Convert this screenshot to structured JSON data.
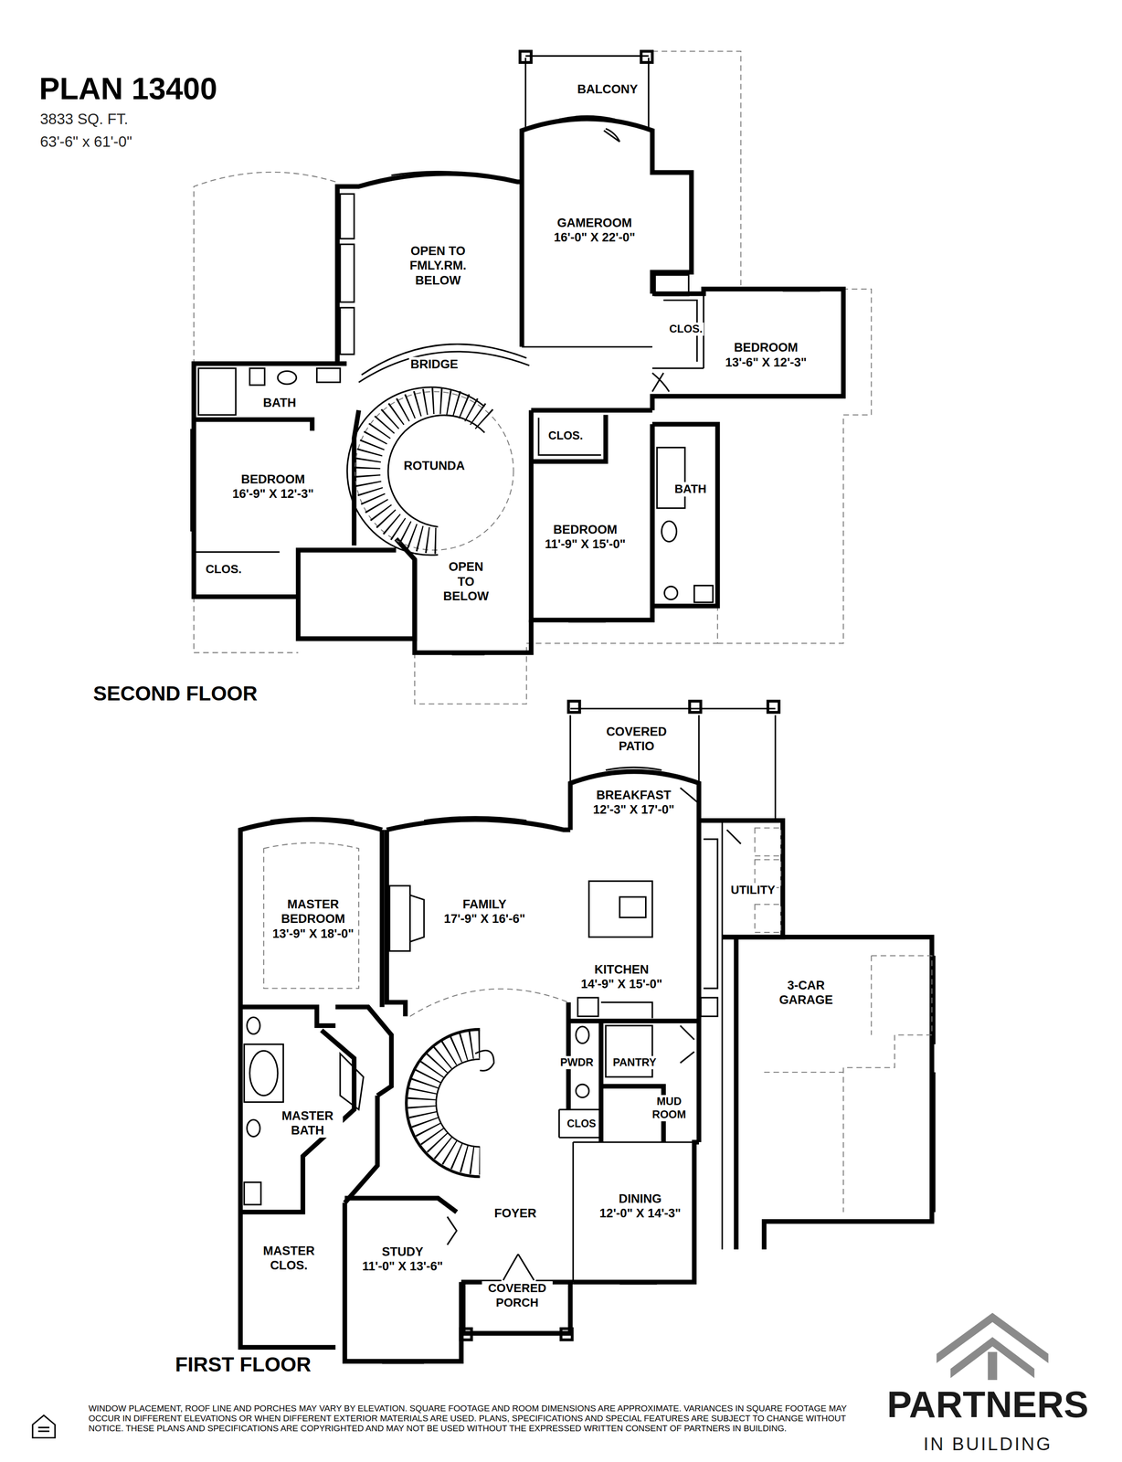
{
  "diagram": {
    "title": "PLAN 13400",
    "nodes": [
      {
        "text": [
          "BALCONY"
        ]
      },
      {
        "text": [
          "OPEN TO FMLY.RM. BELOW"
        ]
      },
      {
        "text": [
          "GAMEROOM",
          "16'-0\" X 22'-0\""
        ]
      },
      {
        "text": [
          "CLOS."
        ]
      },
      {
        "text": [
          "BEDROOM",
          "13'-6\" X 12'-3\""
        ]
      },
      {
        "text": [
          "BRIDGE"
        ]
      },
      {
        "text": [
          "BATH"
        ]
      },
      {
        "text": [
          "CLOS."
        ]
      },
      {
        "text": [
          "ROTUNDA"
        ]
      },
      {
        "text": [
          "BATH"
        ]
      },
      {
        "text": [
          "BEDROOM",
          "16'-9\" X 12'-3\""
        ]
      },
      {
        "text": [
          "BEDROOM",
          "11'-9\" X 15'-0\""
        ]
      },
      {
        "text": [
          "CLOS."
        ]
      },
      {
        "text": [
          "OPEN TO BELOW"
        ]
      },
      {
        "text": [
          "COVERED PATIO"
        ]
      },
      {
        "text": [
          "BREAKFAST",
          "12'-3\" X 17'-0\""
        ]
      },
      {
        "text": [
          "UTILITY"
        ]
      },
      {
        "text": [
          "MASTER BEDROOM",
          "13'-9\" X 18'-0\""
        ]
      },
      {
        "text": [
          "FAMILY",
          "17'-9\" X 16'-6\""
        ]
      },
      {
        "text": [
          "KITCHEN",
          "14'-9\" X 15'-0\""
        ]
      },
      {
        "text": [
          "3-CAR GARAGE"
        ]
      },
      {
        "text": [
          "PWDR"
        ]
      },
      {
        "text": [
          "PANTRY"
        ]
      },
      {
        "text": [
          "MUD ROOM"
        ]
      },
      {
        "text": [
          "MASTER BATH"
        ]
      },
      {
        "text": [
          "CLOS"
        ]
      },
      {
        "text": [
          "FOYER"
        ]
      },
      {
        "text": [
          "DINING",
          "12'-0\" X 14'-3\""
        ]
      },
      {
        "text": [
          "MASTER CLOS."
        ]
      },
      {
        "text": [
          "STUDY",
          "11'-0\" X 13'-6\""
        ]
      },
      {
        "text": [
          "COVERED PORCH"
        ]
      }
    ],
    "labels": [
      "3833 SQ. FT.",
      "63'-6\" x 61'-0\"",
      "SECOND FLOOR",
      "FIRST FLOOR",
      "WINDOW PLACEMENT, ROOF LINE AND PORCHES MAY VARY BY ELEVATION. SQUARE FOOTAGE AND ROOM DIMENSIONS ARE APPROXIMATE. VARIANCES IN SQUARE FOOTAGE MAY OCCUR IN DIFFERENT ELEVATIONS OR WHEN DIFFERENT EXTERIOR MATERIALS ARE USED. PLANS, SPECIFICATIONS AND SPECIAL FEATURES ARE SUBJECT TO CHANGE WITHOUT NOTICE. THESE PLANS AND SPECIFICATIONS ARE COPYRIGHTED AND MAY NOT BE USED WITHOUT THE EXPRESSED WRITTEN CONSENT OF PARTNERS IN BUILDING.",
      "PARTNERS",
      "IN BUILDING"
    ]
  }
}
